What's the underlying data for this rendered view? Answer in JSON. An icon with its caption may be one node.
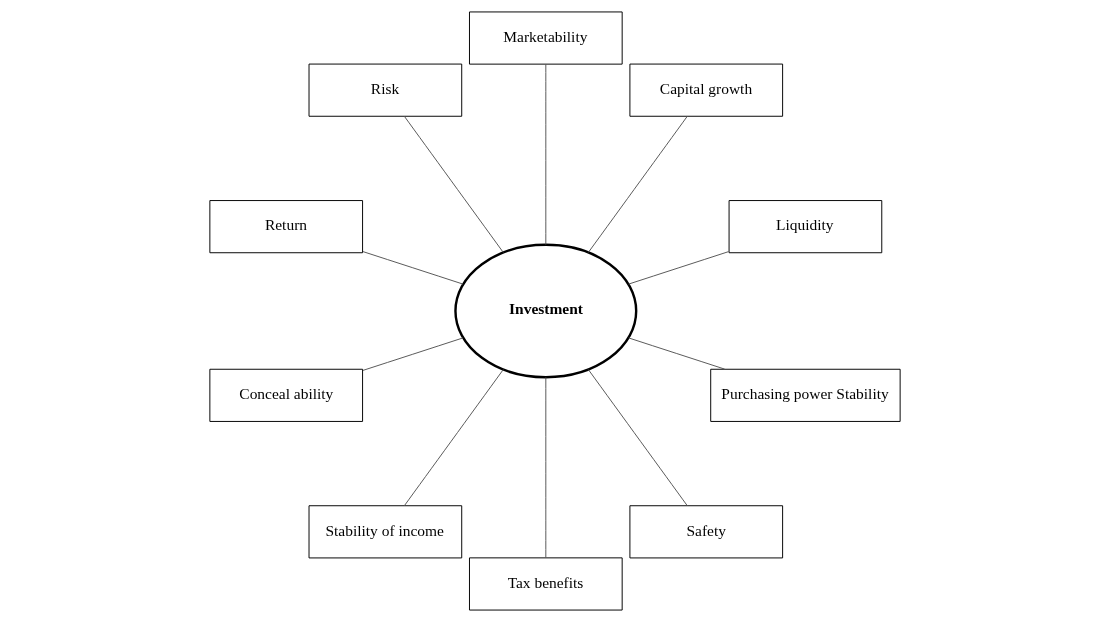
{
  "diagram": {
    "nodes": [
      {
        "text": [
          "Liquidity"
        ]
      },
      {
        "text": [
          "Capital growth"
        ]
      },
      {
        "text": [
          "Marketability"
        ]
      },
      {
        "text": [
          "Risk"
        ]
      },
      {
        "text": [
          "Investment"
        ]
      },
      {
        "text": [
          "Return"
        ]
      },
      {
        "text": [
          "Conceal ability"
        ]
      },
      {
        "text": [
          "Stability of income"
        ]
      },
      {
        "text": [
          "Tax benefits"
        ]
      },
      {
        "text": [
          "Safety"
        ]
      },
      {
        "text": [
          "Purchasing power Stability"
        ]
      }
    ],
    "edges": [
      {
        "from": 4,
        "to": 0,
        "arrow": "none"
      },
      {
        "from": 4,
        "to": 1,
        "arrow": "none"
      },
      {
        "from": 4,
        "to": 2,
        "arrow": "none"
      },
      {
        "from": 4,
        "to": 3,
        "arrow": "none"
      },
      {
        "from": 4,
        "to": 5,
        "arrow": "none"
      },
      {
        "from": 4,
        "to": 6,
        "arrow": "none"
      },
      {
        "from": 4,
        "to": 7,
        "arrow": "none"
      },
      {
        "from": 4,
        "to": 8,
        "arrow": "none"
      },
      {
        "from": 4,
        "to": 9,
        "arrow": "none"
      },
      {
        "from": 4,
        "to": 10,
        "arrow": "none"
      }
    ]
  }
}
